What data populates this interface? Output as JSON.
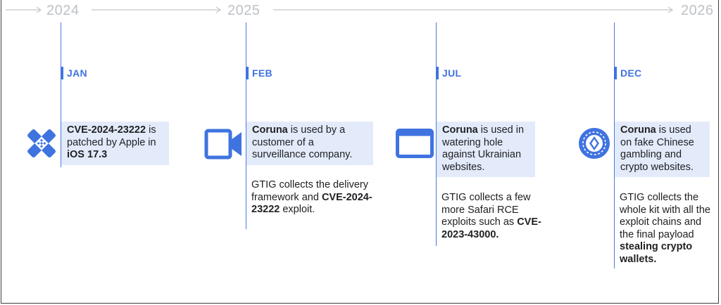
{
  "years": [
    "2024",
    "2025",
    "2026"
  ],
  "colors": {
    "accent": "#3f73e0",
    "box_bg": "#e3ebfb",
    "year_text": "#bdc1c6"
  },
  "events": [
    {
      "month": "JAN",
      "icon": "bandage-icon",
      "box": {
        "t1": "CVE-2024-23222",
        "t2": " is patched by Apple in ",
        "t3": "iOS 17.3"
      }
    },
    {
      "month": "FEB",
      "icon": "video-camera-icon",
      "box": {
        "t1": "Coruna",
        "t2": " is used by a customer of a surveillance company."
      },
      "note": {
        "t1": "GTIG collects the delivery framework and ",
        "t2": "CVE-2024-23222",
        "t3": " exploit."
      }
    },
    {
      "month": "JUL",
      "icon": "browser-window-icon",
      "box": {
        "t1": "Coruna",
        "t2": " is used in watering hole against Ukrainian websites."
      },
      "note": {
        "t1": "GTIG collects a few more Safari RCE exploits such as ",
        "t2": "CVE-2023-43000."
      }
    },
    {
      "month": "DEC",
      "icon": "crypto-coin-icon",
      "box": {
        "t1": "Coruna",
        "t2": " is used on fake Chinese gambling and crypto websites."
      },
      "note": {
        "t1": "GTIG collects the whole kit with all the exploit chains and the final payload ",
        "t2": "stealing crypto wallets."
      }
    }
  ]
}
